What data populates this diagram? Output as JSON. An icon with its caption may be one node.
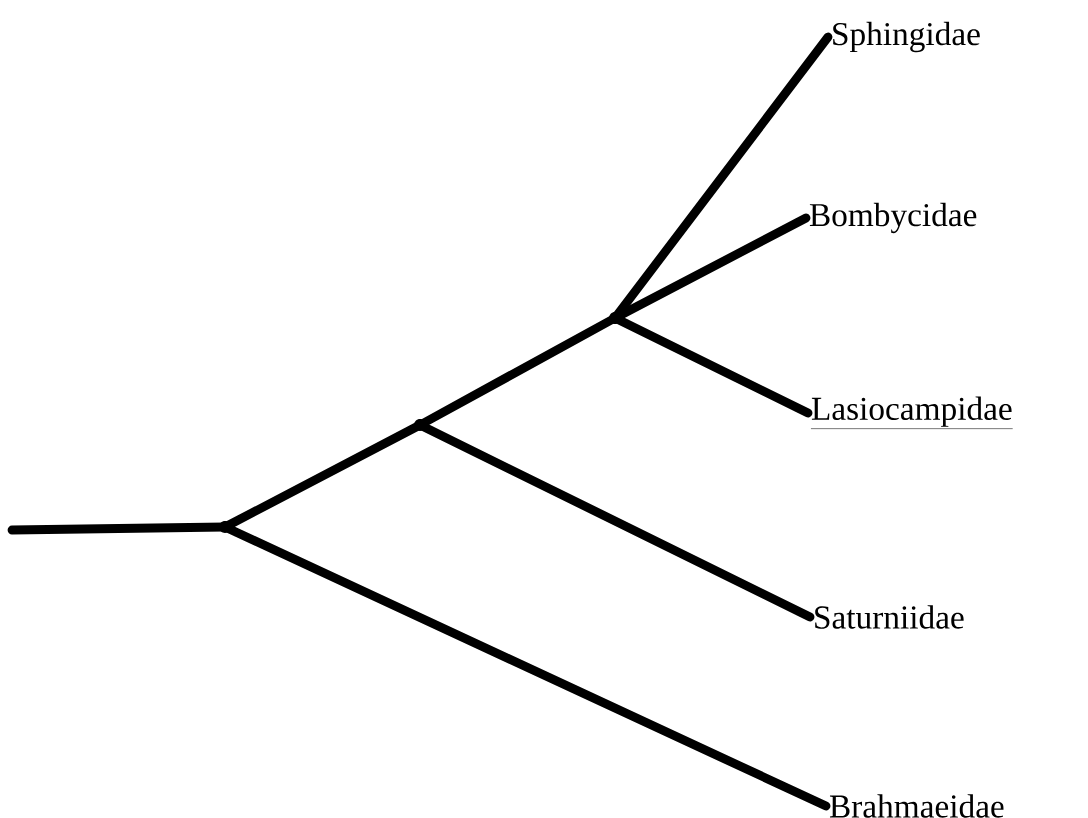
{
  "diagram": {
    "nodes": [
      {
        "text": [],
        "shape": "point"
      },
      {
        "text": [],
        "shape": "point"
      },
      {
        "text": [],
        "shape": "point"
      },
      {
        "text": [
          "Sphingidae"
        ]
      },
      {
        "text": [
          "Bombycidae"
        ]
      },
      {
        "text": [
          "Lasiocampidae"
        ]
      },
      {
        "text": [
          "Saturniidae"
        ]
      },
      {
        "text": [
          "Brahmaeidae"
        ]
      }
    ],
    "edges": [
      {
        "from": null,
        "to": 0,
        "arrow": "none"
      },
      {
        "from": 0,
        "to": 1,
        "arrow": "none"
      },
      {
        "from": 0,
        "to": 7,
        "arrow": "none"
      },
      {
        "from": 1,
        "to": 2,
        "arrow": "none"
      },
      {
        "from": 1,
        "to": 6,
        "arrow": "none"
      },
      {
        "from": 2,
        "to": 3,
        "arrow": "none"
      },
      {
        "from": 2,
        "to": 4,
        "arrow": "none"
      },
      {
        "from": 2,
        "to": 5,
        "arrow": "none"
      }
    ]
  }
}
